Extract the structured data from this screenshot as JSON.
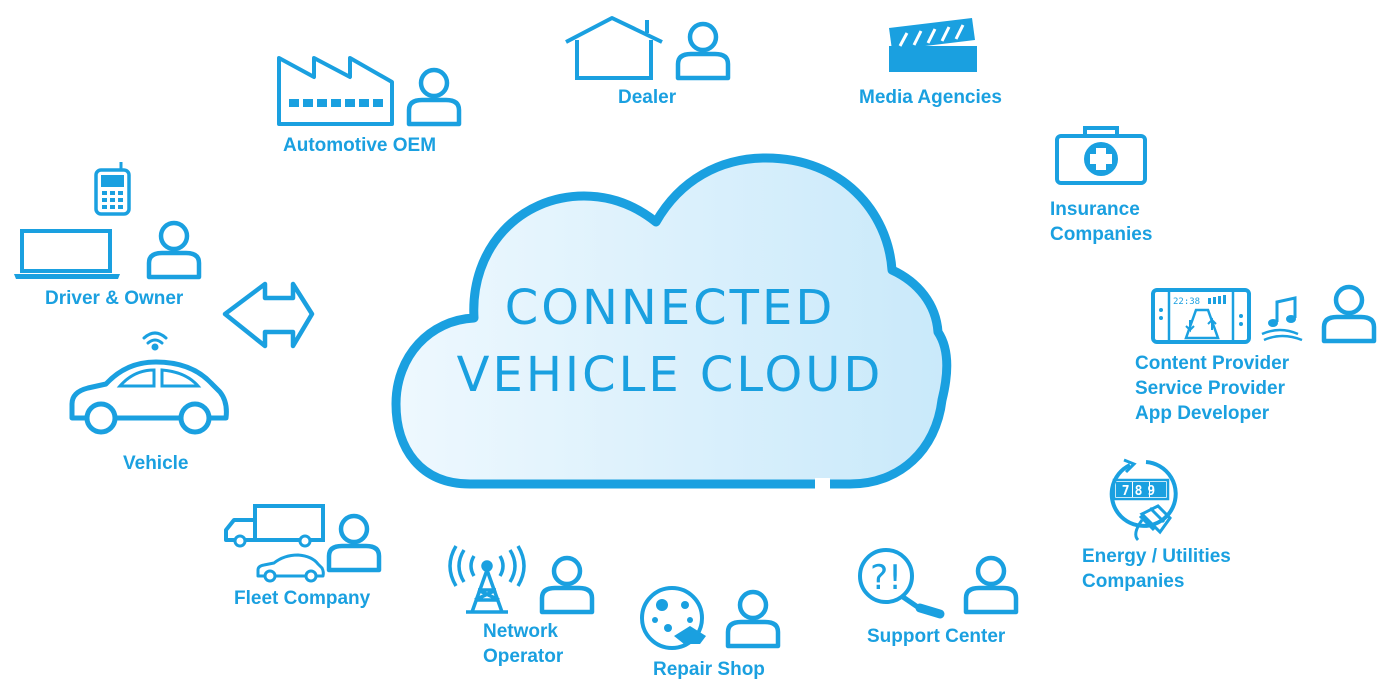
{
  "title": {
    "line1": "CONNECTED",
    "line2": "VEHICLE CLOUD"
  },
  "colors": {
    "accent": "#1aa0e0",
    "cloud_fill_start": "#eef8fe",
    "cloud_fill_end": "#c9e9fa"
  },
  "nodes": {
    "dealer": {
      "label": "Dealer",
      "icons": [
        "house-icon",
        "person-icon"
      ]
    },
    "media": {
      "label": "Media Agencies",
      "icons": [
        "clapperboard-icon"
      ]
    },
    "oem": {
      "label": "Automotive OEM",
      "icons": [
        "factory-icon",
        "person-icon"
      ]
    },
    "insurance": {
      "label_lines": [
        "Insurance",
        "Companies"
      ],
      "icons": [
        "first-aid-kit-icon"
      ]
    },
    "driver": {
      "label": "Driver & Owner",
      "icons": [
        "mobile-phone-icon",
        "laptop-icon",
        "person-icon"
      ]
    },
    "provider": {
      "label_lines": [
        "Content Provider",
        "Service Provider",
        "App Developer"
      ],
      "icons": [
        "tablet-dashboard-icon",
        "music-note-icon",
        "person-icon"
      ],
      "screen_time": "22:38"
    },
    "vehicle": {
      "label": "Vehicle",
      "icons": [
        "car-icon",
        "wifi-icon"
      ]
    },
    "energy": {
      "label_lines": [
        "Energy / Utilities",
        "Companies"
      ],
      "icons": [
        "energy-meter-icon"
      ],
      "meter_digits": "789"
    },
    "fleet": {
      "label": "Fleet Company",
      "icons": [
        "truck-icon",
        "car-icon",
        "person-icon"
      ]
    },
    "network": {
      "label_lines": [
        "Network",
        "Operator"
      ],
      "icons": [
        "antenna-tower-icon",
        "person-icon"
      ]
    },
    "repair": {
      "label": "Repair Shop",
      "icons": [
        "gear-wrench-icon",
        "person-icon"
      ]
    },
    "support": {
      "label": "Support Center",
      "icons": [
        "question-bubble-icon",
        "person-icon"
      ],
      "bubble_text": "?!"
    }
  }
}
